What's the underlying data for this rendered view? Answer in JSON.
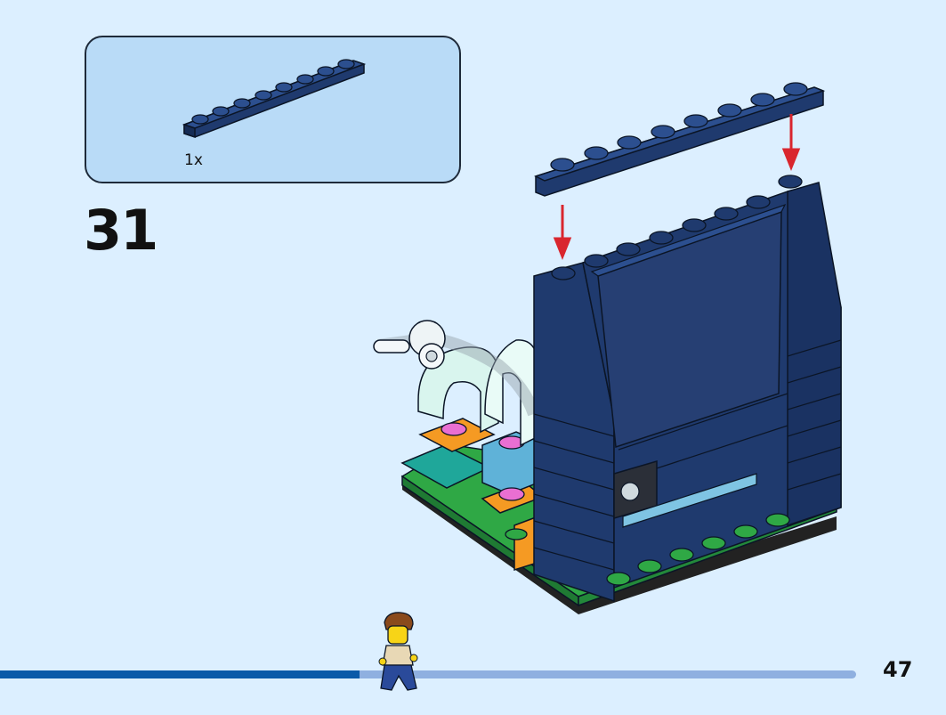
{
  "parts_list": {
    "items": [
      {
        "quantity": "1x",
        "part": "dark-blue-plate-1x8-icon"
      }
    ]
  },
  "step": {
    "number": "31"
  },
  "page": {
    "number": "47"
  },
  "progress": {
    "fraction": 0.42
  },
  "colors": {
    "background": "#dcefff",
    "parts_box": "#b9dbf7",
    "dark_blue": "#1f3a6e",
    "green": "#2fa845",
    "orange": "#f59a23",
    "arrow_red": "#d9262e",
    "progress_done": "#0a5aa8",
    "progress_todo": "#8fb0e0"
  }
}
